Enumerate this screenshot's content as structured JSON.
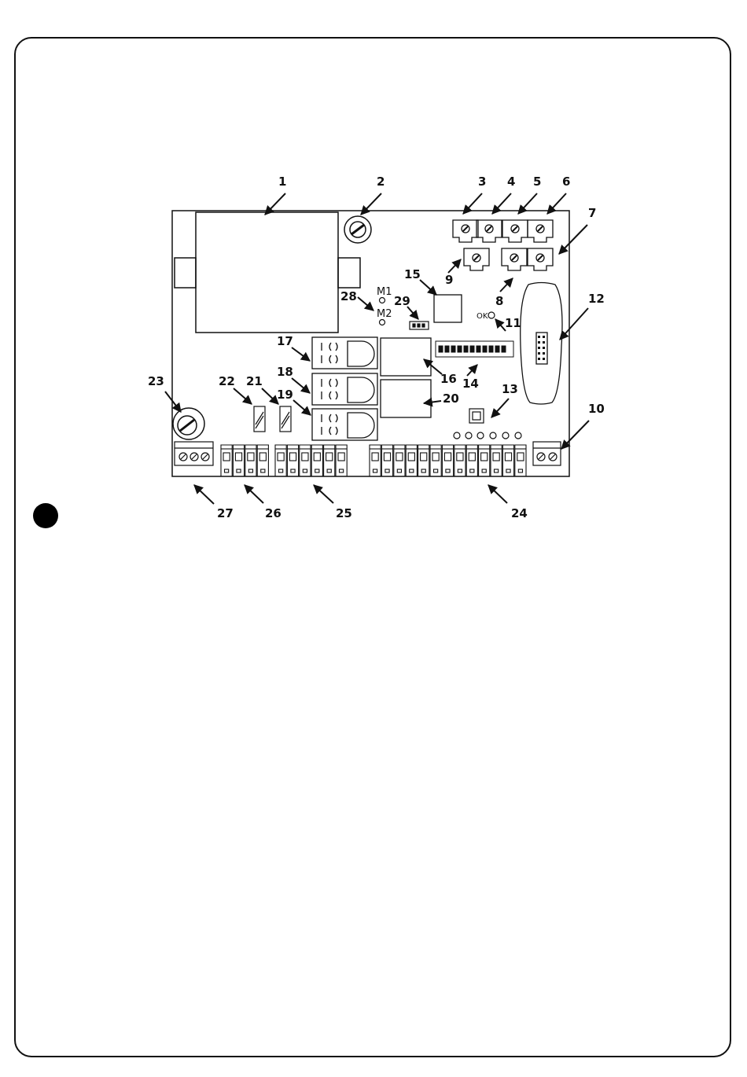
{
  "diagram": {
    "board_marks": {
      "m1": "M1",
      "m2": "M2",
      "ok": "OK"
    },
    "callouts": [
      "1",
      "2",
      "3",
      "4",
      "5",
      "6",
      "7",
      "8",
      "9",
      "10",
      "11",
      "12",
      "13",
      "14",
      "15",
      "16",
      "17",
      "18",
      "19",
      "20",
      "21",
      "22",
      "23",
      "24",
      "25",
      "26",
      "27",
      "28",
      "29"
    ]
  }
}
